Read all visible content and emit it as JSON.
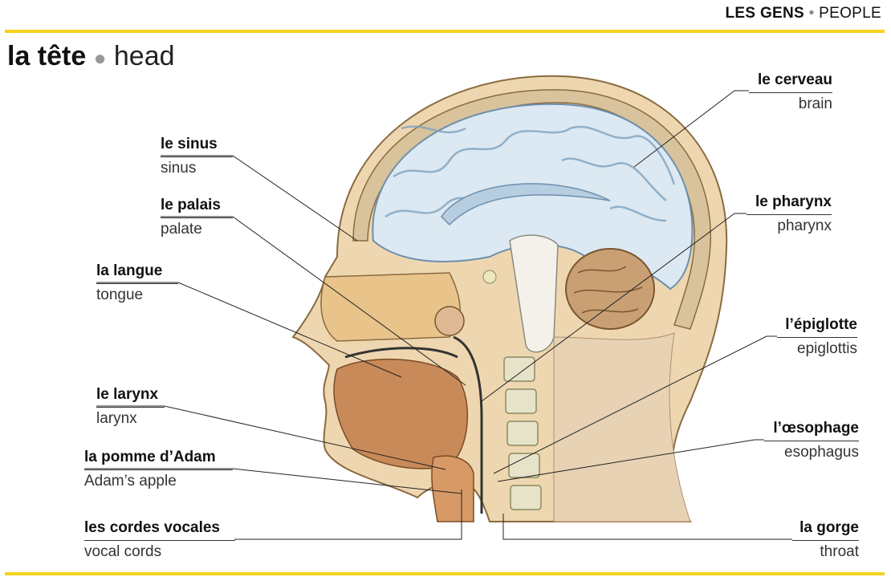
{
  "header": {
    "french": "LES GENS",
    "english": "PEOPLE"
  },
  "title": {
    "french": "la tête",
    "english": "head"
  },
  "labels": {
    "brain": {
      "french": "le cerveau",
      "english": "brain"
    },
    "sinus": {
      "french": "le sinus",
      "english": "sinus"
    },
    "palate": {
      "french": "le palais",
      "english": "palate"
    },
    "pharynx": {
      "french": "le pharynx",
      "english": "pharynx"
    },
    "tongue": {
      "french": "la langue",
      "english": "tongue"
    },
    "epiglottis": {
      "french": "l’épiglotte",
      "english": "epiglottis"
    },
    "larynx": {
      "french": "le larynx",
      "english": "larynx"
    },
    "esophagus": {
      "french": "l’œsophage",
      "english": "esophagus"
    },
    "adams_apple": {
      "french": "la pomme d’Adam",
      "english": "Adam’s apple"
    },
    "vocal_cords": {
      "french": "les cordes vocales",
      "english": "vocal cords"
    },
    "throat": {
      "french": "la gorge",
      "english": "throat"
    }
  },
  "colors": {
    "accent": "#f5d21c",
    "brain": "#dce9f2",
    "skin": "#e8c48a",
    "cerebellum": "#c9a074",
    "muscle": "#c98a5a"
  }
}
